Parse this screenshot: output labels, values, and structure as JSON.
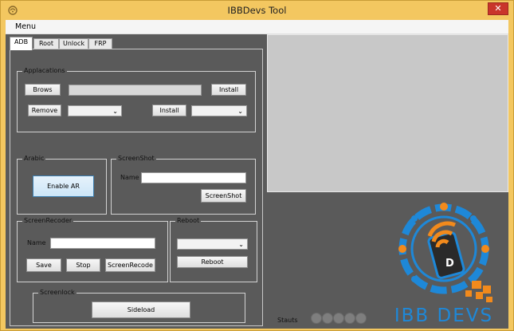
{
  "window": {
    "title": "IBBDevs Tool",
    "close_label": "✕"
  },
  "menu": {
    "items": [
      {
        "label": "Menu"
      }
    ]
  },
  "tabs": [
    {
      "label": "ADB"
    },
    {
      "label": "Root"
    },
    {
      "label": "Unlock"
    },
    {
      "label": "FRP"
    }
  ],
  "applications": {
    "group_label": "Applacations",
    "browse_label": "Brows",
    "path_value": "",
    "install_label": "Install",
    "remove_label": "Remove",
    "remove_select_value": "",
    "install2_label": "Install",
    "install_select_value": ""
  },
  "arabic": {
    "group_label": "Arabic",
    "enable_label": "Enable AR"
  },
  "screenshot": {
    "group_label": "ScreenShot",
    "name_label": "Name",
    "name_value": "",
    "button_label": "ScreenShot"
  },
  "screenrecorder": {
    "group_label": "ScreenRecoder",
    "name_label": "Name",
    "name_value": "",
    "save_label": "Save",
    "stop_label": "Stop",
    "record_label": "ScreenRecode"
  },
  "reboot": {
    "group_label": "Reboot",
    "select_value": "",
    "button_label": "Reboot"
  },
  "screenlock": {
    "group_label": "Screenlock",
    "sideload_label": "Sideload"
  },
  "status": {
    "label": "Stauts"
  },
  "logo": {
    "text": "IBB DEVS",
    "icon": "wifi-phone-gear-logo"
  },
  "colors": {
    "title_bar": "#f3c760",
    "client_bg": "#5a5a5a",
    "close_button": "#c9352b",
    "logo_blue": "#1e88d8",
    "logo_orange": "#f28a1c"
  }
}
